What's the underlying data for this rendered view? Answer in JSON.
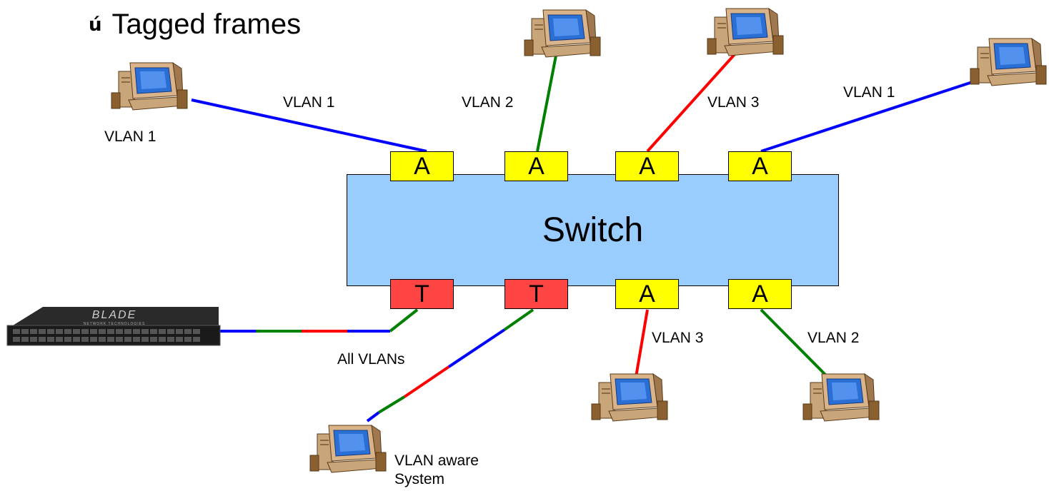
{
  "heading": {
    "bullet": "ú",
    "text": "Tagged frames"
  },
  "switch": {
    "label": "Switch"
  },
  "ports": {
    "top": [
      "A",
      "A",
      "A",
      "A"
    ],
    "bottom": [
      "T",
      "T",
      "A",
      "A"
    ]
  },
  "labels": {
    "pc_left": "VLAN 1",
    "link_top1": "VLAN 1",
    "link_top2": "VLAN 2",
    "link_top3": "VLAN 3",
    "link_top4": "VLAN 1",
    "all_vlans": "All VLANs",
    "link_bottom3": "VLAN 3",
    "link_bottom4": "VLAN 2",
    "aware_line1": "VLAN aware",
    "aware_line2": "System"
  },
  "device": {
    "brand": "BLADE",
    "sub": "NETWORK TECHNOLOGIES"
  },
  "colors": {
    "vlan1": "#0000ff",
    "vlan2": "#008000",
    "vlan3": "#ff0000",
    "switch_fill": "#99ccff",
    "access_port": "#ffff00",
    "trunk_port": "#ff4444"
  },
  "icons": [
    "computer-icon",
    "blade-switch-device"
  ]
}
